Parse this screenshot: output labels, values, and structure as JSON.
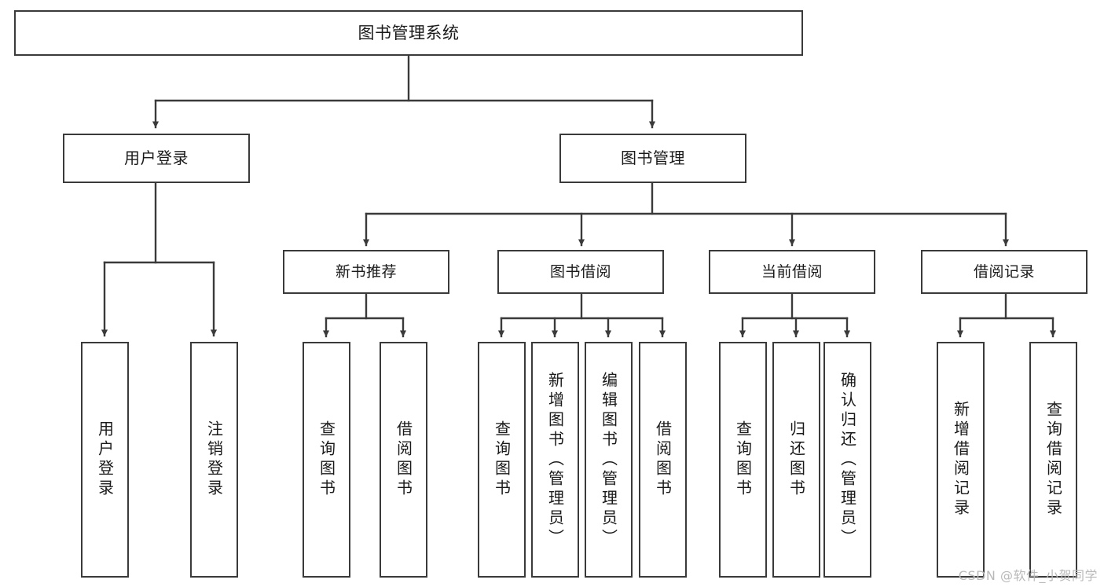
{
  "diagram": {
    "title": "图书管理系统",
    "type": "tree-hierarchy-chart",
    "watermark": "CSDN @软件_小贺同学",
    "colors": {
      "stroke": "#3a3a3a",
      "fill": "#ffffff",
      "text": "#1a1a1a",
      "watermark": "#b9b9b9"
    },
    "nodes": {
      "root": {
        "label": "图书管理系统"
      },
      "level2": [
        {
          "id": "user-login",
          "label": "用户登录"
        },
        {
          "id": "book-manage",
          "label": "图书管理"
        }
      ],
      "level3": [
        {
          "id": "new-book-recommend",
          "label": "新书推荐"
        },
        {
          "id": "book-borrow",
          "label": "图书借阅"
        },
        {
          "id": "current-borrow",
          "label": "当前借阅"
        },
        {
          "id": "borrow-record",
          "label": "借阅记录"
        }
      ],
      "leaves": {
        "user-login": [
          {
            "id": "leaf-user-login",
            "label": "用户登录"
          },
          {
            "id": "leaf-user-logout",
            "label": "注销登录"
          }
        ],
        "new-book-recommend": [
          {
            "id": "leaf-query-book-1",
            "label": "查询图书"
          },
          {
            "id": "leaf-borrow-book-1",
            "label": "借阅图书"
          }
        ],
        "book-borrow": [
          {
            "id": "leaf-query-book-2",
            "label": "查询图书"
          },
          {
            "id": "leaf-add-book",
            "label": "新增图书（管理员）"
          },
          {
            "id": "leaf-edit-book",
            "label": "编辑图书（管理员）"
          },
          {
            "id": "leaf-borrow-book-2",
            "label": "借阅图书"
          }
        ],
        "current-borrow": [
          {
            "id": "leaf-query-book-3",
            "label": "查询图书"
          },
          {
            "id": "leaf-return-book",
            "label": "归还图书"
          },
          {
            "id": "leaf-confirm-return",
            "label": "确认归还（管理员）"
          }
        ],
        "borrow-record": [
          {
            "id": "leaf-add-record",
            "label": "新增借阅记录"
          },
          {
            "id": "leaf-query-record",
            "label": "查询借阅记录"
          }
        ]
      }
    }
  }
}
